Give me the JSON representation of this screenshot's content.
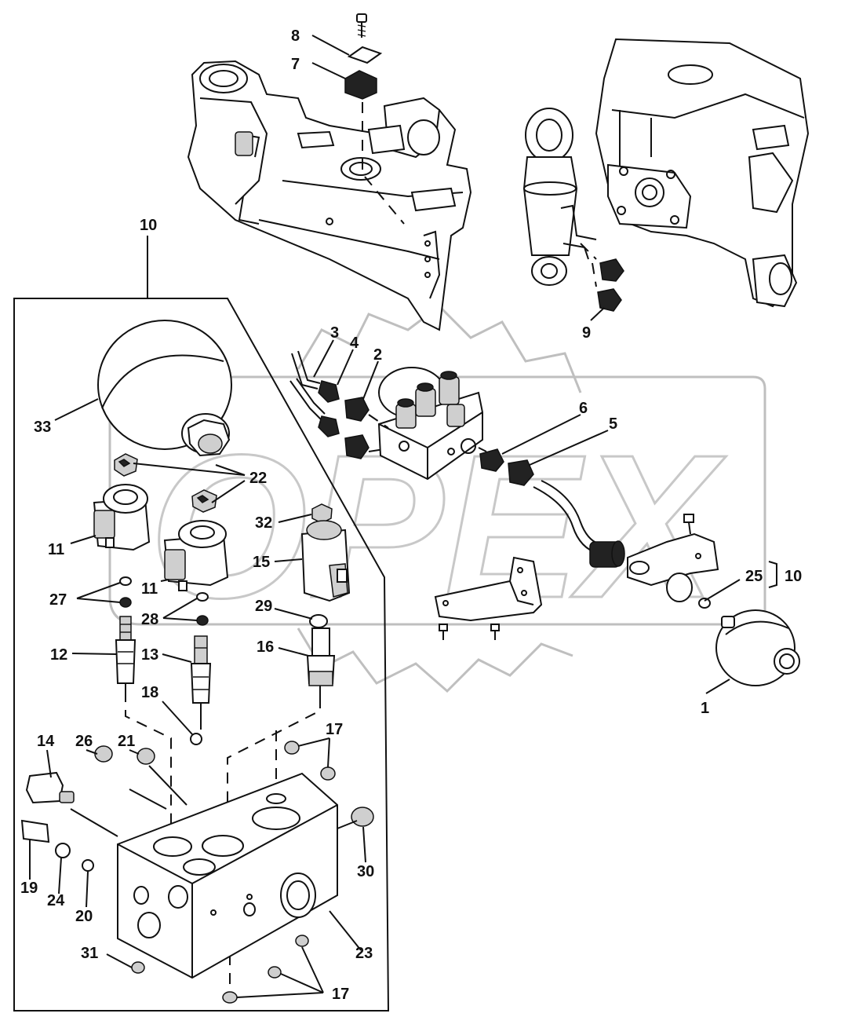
{
  "watermark": {
    "text": "OPEX"
  },
  "callouts": {
    "c1": "1",
    "c2": "2",
    "c3": "3",
    "c4": "4",
    "c5": "5",
    "c6": "6",
    "c7": "7",
    "c8": "8",
    "c9": "9",
    "c10_group": "10",
    "c10_right": "10",
    "c11a": "11",
    "c11b": "11",
    "c12": "12",
    "c13": "13",
    "c14": "14",
    "c15": "15",
    "c16": "16",
    "c17_top": "17",
    "c17_bottom": "17",
    "c18": "18",
    "c19": "19",
    "c20": "20",
    "c21": "21",
    "c22": "22",
    "c23": "23",
    "c24": "24",
    "c25": "25",
    "c26": "26",
    "c27": "27",
    "c28": "28",
    "c29": "29",
    "c30": "30",
    "c31": "31",
    "c32": "32",
    "c33": "33"
  }
}
